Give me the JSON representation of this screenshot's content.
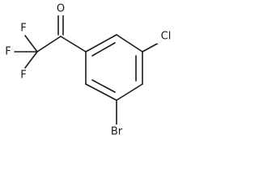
{
  "molecule": {
    "atoms": {
      "oxygen": "O",
      "fluorine_top": "F",
      "fluorine_left": "F",
      "fluorine_bottom": "F",
      "chlorine": "Cl",
      "bromine": "Br"
    },
    "colors": {
      "bond": "#1a1a1a",
      "text": "#1a1a1a",
      "background": "#ffffff"
    }
  }
}
